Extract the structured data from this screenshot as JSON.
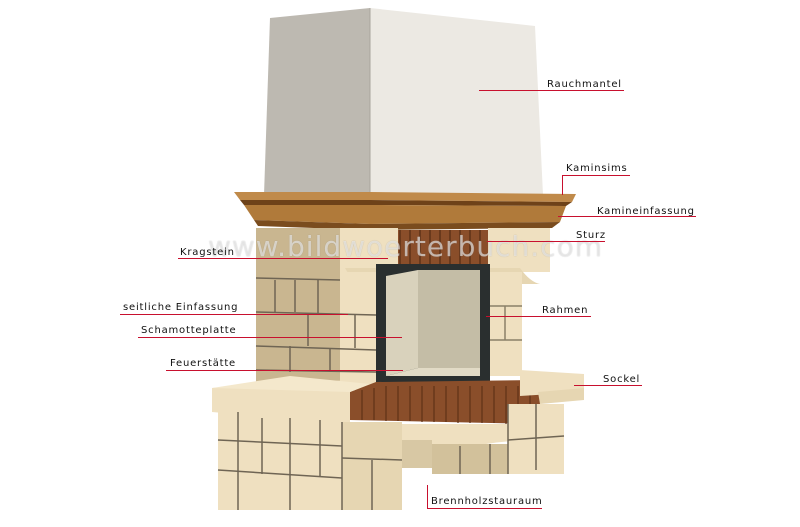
{
  "diagram": {
    "subject": "Kamin",
    "watermark": "www.bildwoerterbuch.com",
    "colors": {
      "chimney_hood_front": "#ece9e3",
      "chimney_hood_side": "#bdb9b1",
      "mantel_wood": "#b07a3a",
      "mantel_dark": "#7a4c1e",
      "stone_light": "#efe0c0",
      "stone_shadow": "#c9b690",
      "brick": "#8a4e2a",
      "frame_dark": "#2a2f2f",
      "firebox": "#cfc8b4",
      "leader_line": "#c8102e"
    },
    "labels": [
      {
        "id": "rauchmantel",
        "text": "Rauchmantel"
      },
      {
        "id": "kaminsims",
        "text": "Kaminsims"
      },
      {
        "id": "kamineinfassung",
        "text": "Kamineinfassung"
      },
      {
        "id": "sturz",
        "text": "Sturz"
      },
      {
        "id": "kragstein",
        "text": "Kragstein"
      },
      {
        "id": "seitliche-einfassung",
        "text": "seitliche Einfassung"
      },
      {
        "id": "schamotteplatte",
        "text": "Schamotteplatte"
      },
      {
        "id": "rahmen",
        "text": "Rahmen"
      },
      {
        "id": "feuerstaette",
        "text": "Feuerstätte"
      },
      {
        "id": "sockel",
        "text": "Sockel"
      },
      {
        "id": "brennholzstauraum",
        "text": "Brennholzstauraum"
      }
    ]
  }
}
